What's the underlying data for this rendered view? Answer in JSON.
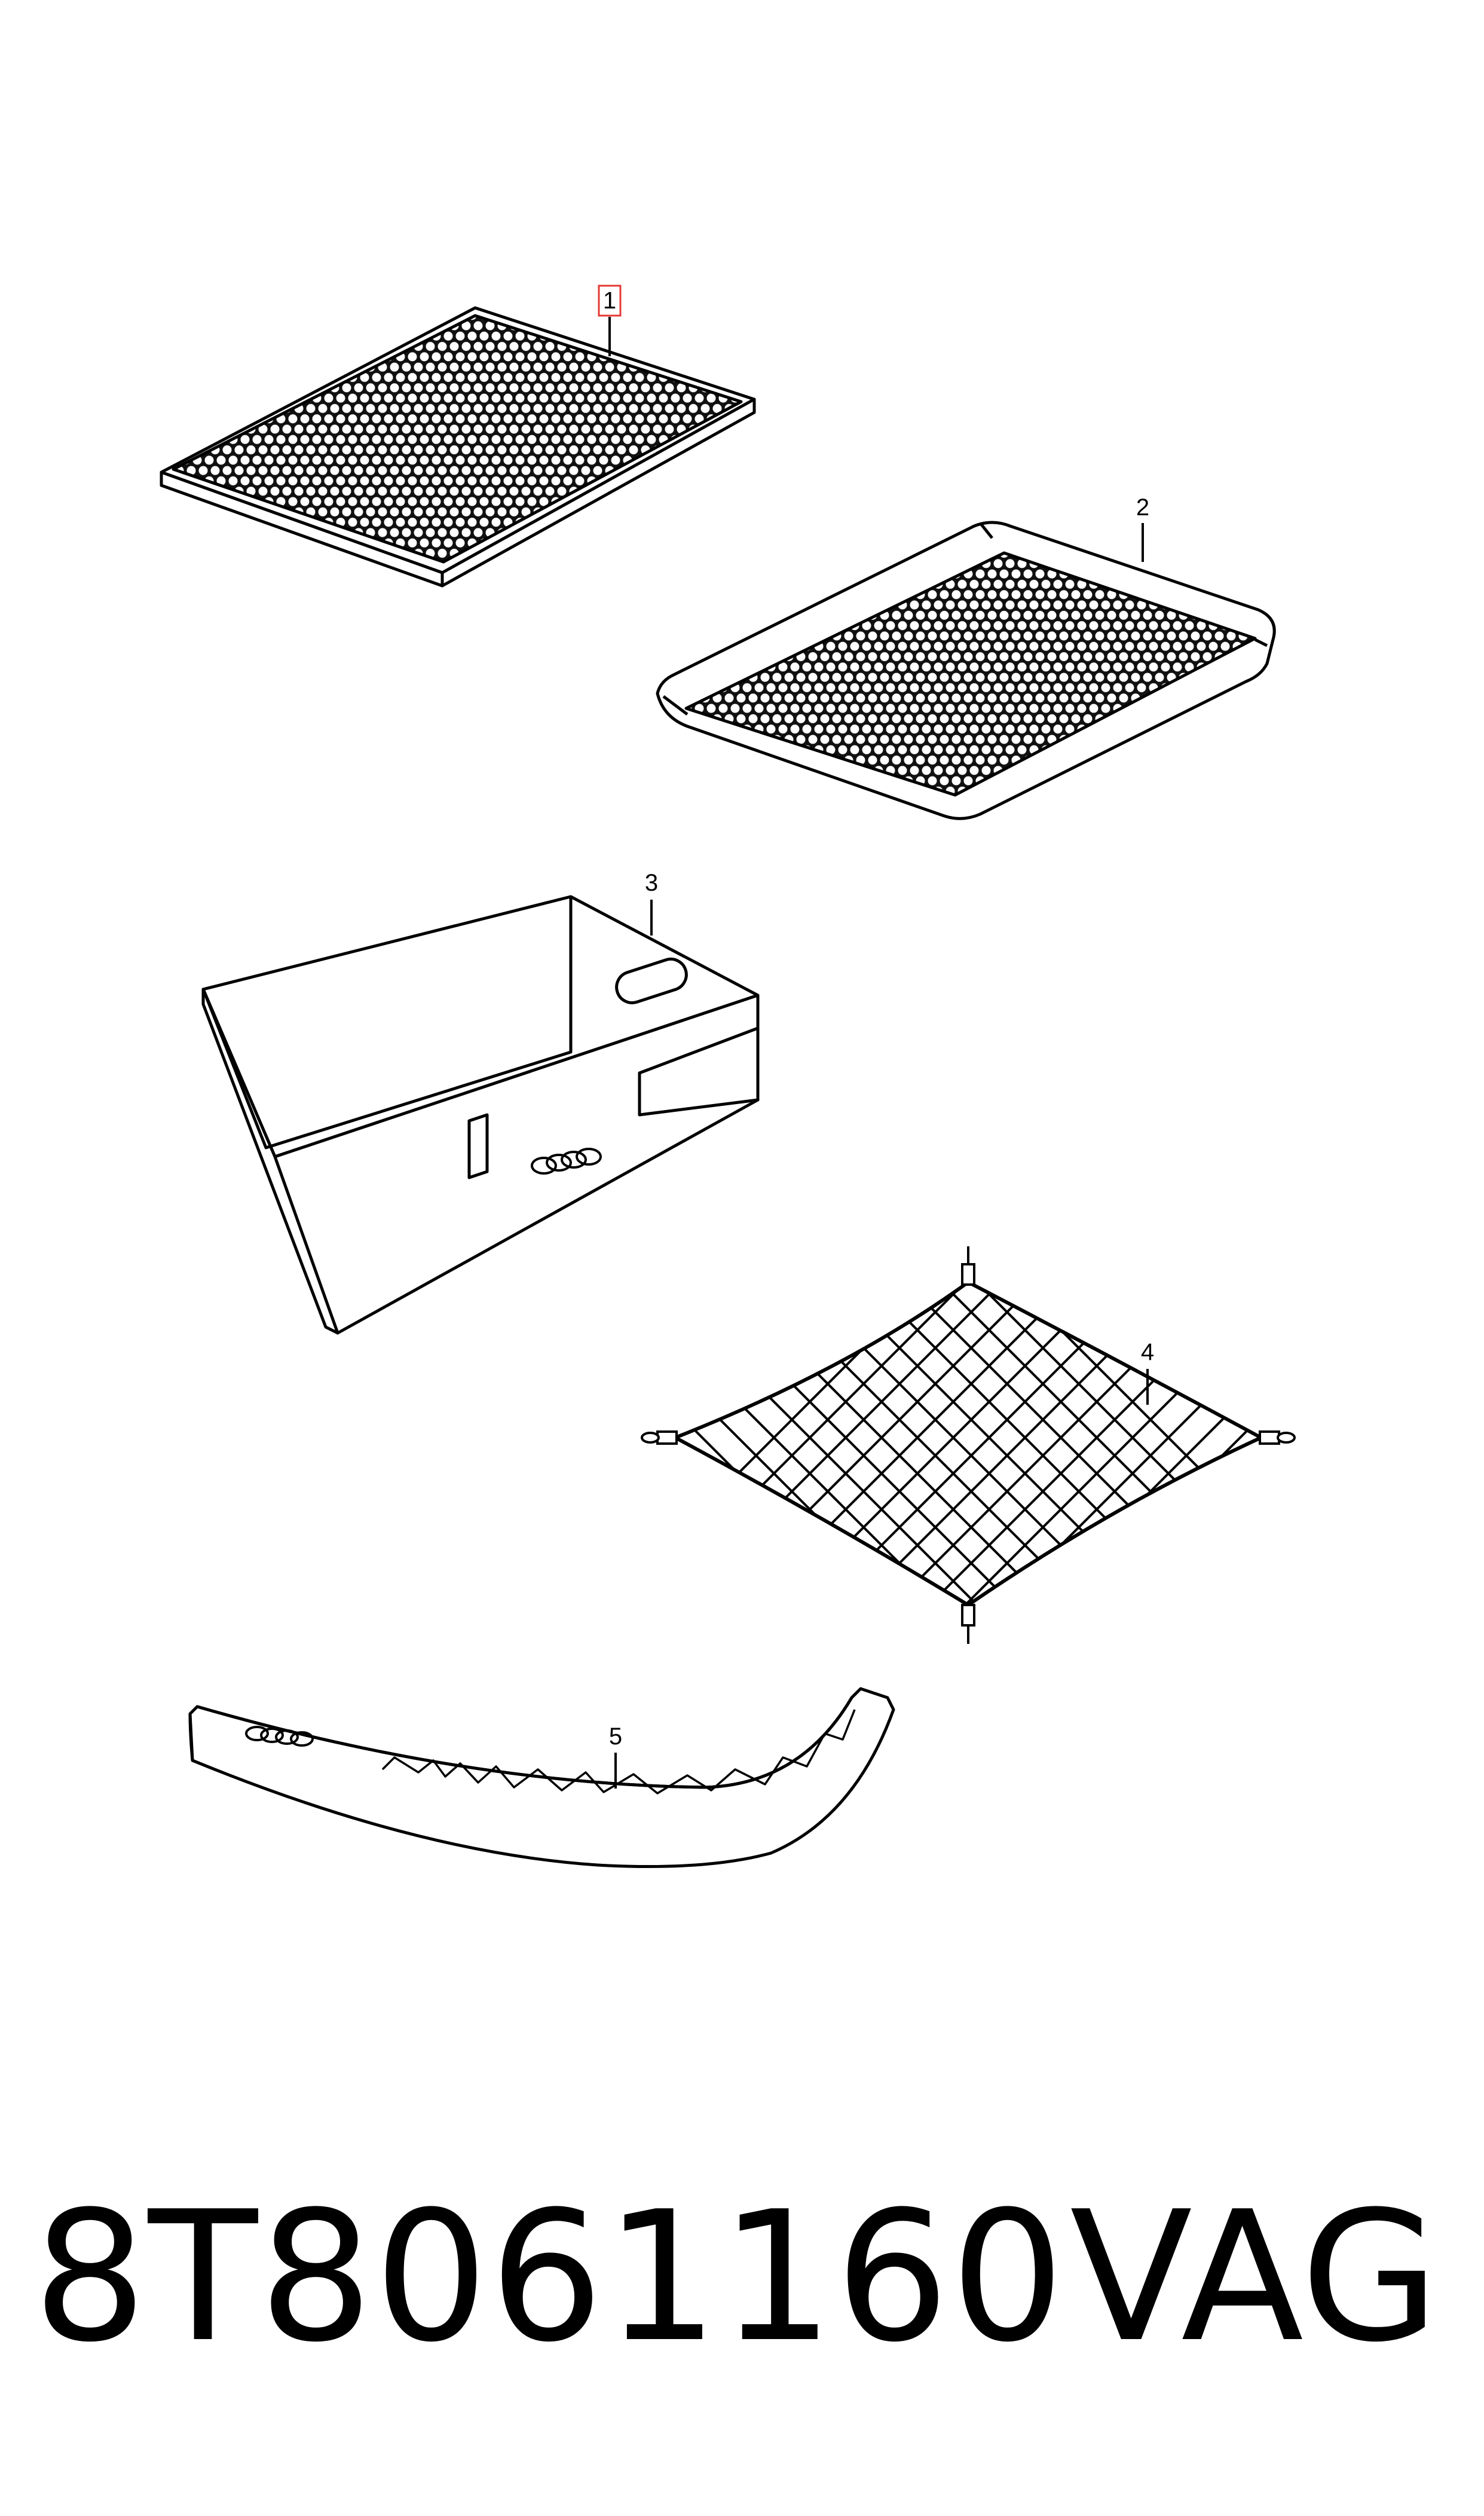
{
  "callouts": {
    "c1": "1",
    "c2": "2",
    "c3": "3",
    "c4": "4",
    "c5": "5"
  },
  "footer": {
    "part_number": "8T8061160",
    "brand": "VAG"
  },
  "colors": {
    "line": "#000000",
    "highlight_box": "#e53935",
    "background": "#ffffff"
  }
}
